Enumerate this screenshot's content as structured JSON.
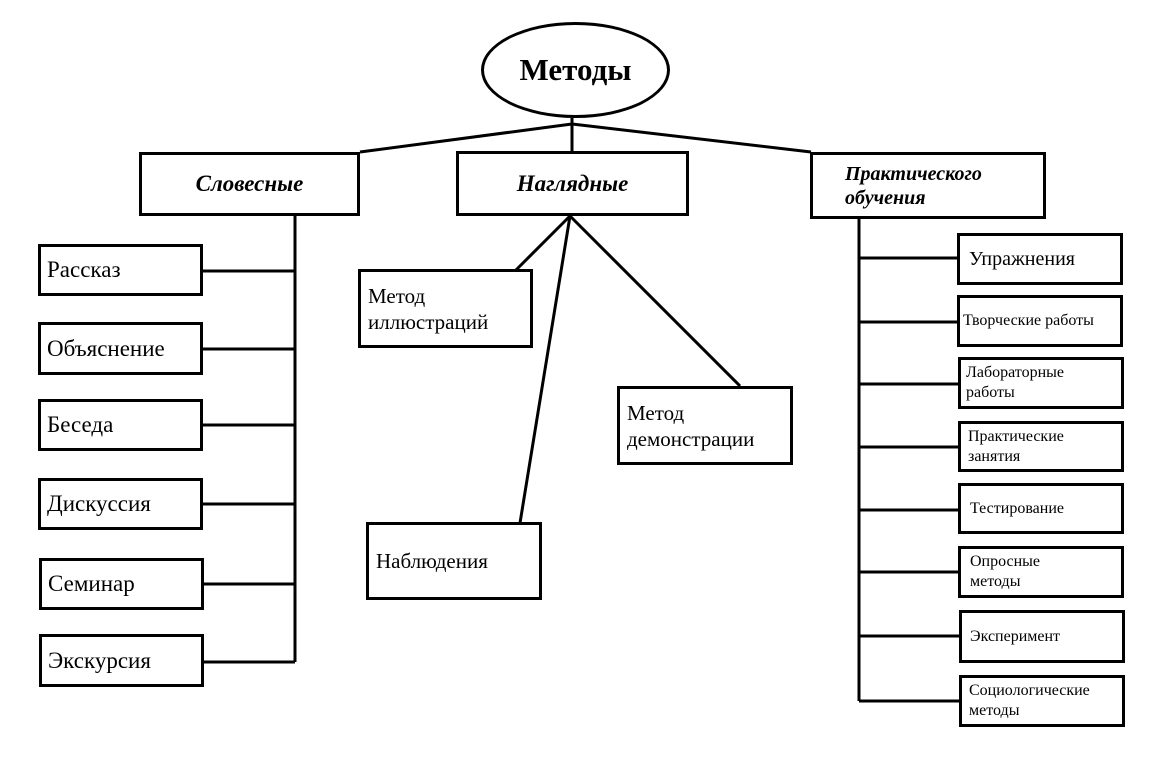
{
  "root": {
    "label": "Методы"
  },
  "categories": [
    {
      "label": "Словесные",
      "items": [
        "Рассказ",
        "Объяснение",
        "Беседа",
        "Дискуссия",
        "Семинар",
        "Экскурсия"
      ]
    },
    {
      "label": "Наглядные",
      "items": [
        "Метод иллюстраций",
        "Метод демонстрации",
        "Наблюдения"
      ]
    },
    {
      "label": "Практического обучения",
      "items": [
        "Упражнения",
        "Творческие работы",
        "Лабораторные работы",
        "Практические занятия",
        "Тестирование",
        "Опросные методы",
        "Эксперимент",
        "Социологические методы"
      ]
    }
  ]
}
